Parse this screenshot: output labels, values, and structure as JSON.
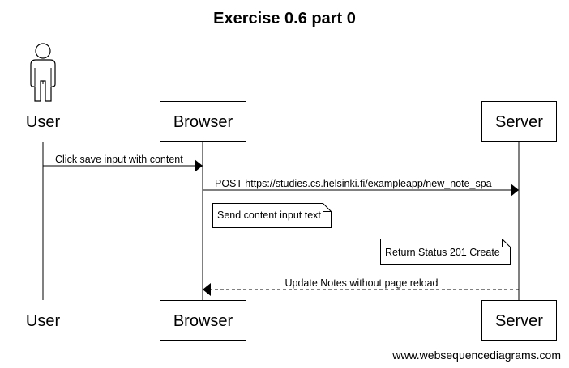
{
  "diagram": {
    "title": "Exercise 0.6 part 0",
    "participants": [
      {
        "id": "user",
        "label": "User",
        "kind": "actor"
      },
      {
        "id": "browser",
        "label": "Browser",
        "kind": "box"
      },
      {
        "id": "server",
        "label": "Server",
        "kind": "box"
      }
    ],
    "messages": [
      {
        "from": "user",
        "to": "browser",
        "label": "Click save input with content",
        "style": "solid"
      },
      {
        "from": "browser",
        "to": "server",
        "label": "POST https://studies.cs.helsinki.fi/exampleapp/new_note_spa",
        "style": "solid"
      },
      {
        "from": "server",
        "to": "browser",
        "label": "Update Notes without page reload",
        "style": "dashed"
      }
    ],
    "notes": [
      {
        "text": "Send content input text"
      },
      {
        "text": "Return Status 201 Create"
      }
    ],
    "credit": "www.websequencediagrams.com"
  }
}
